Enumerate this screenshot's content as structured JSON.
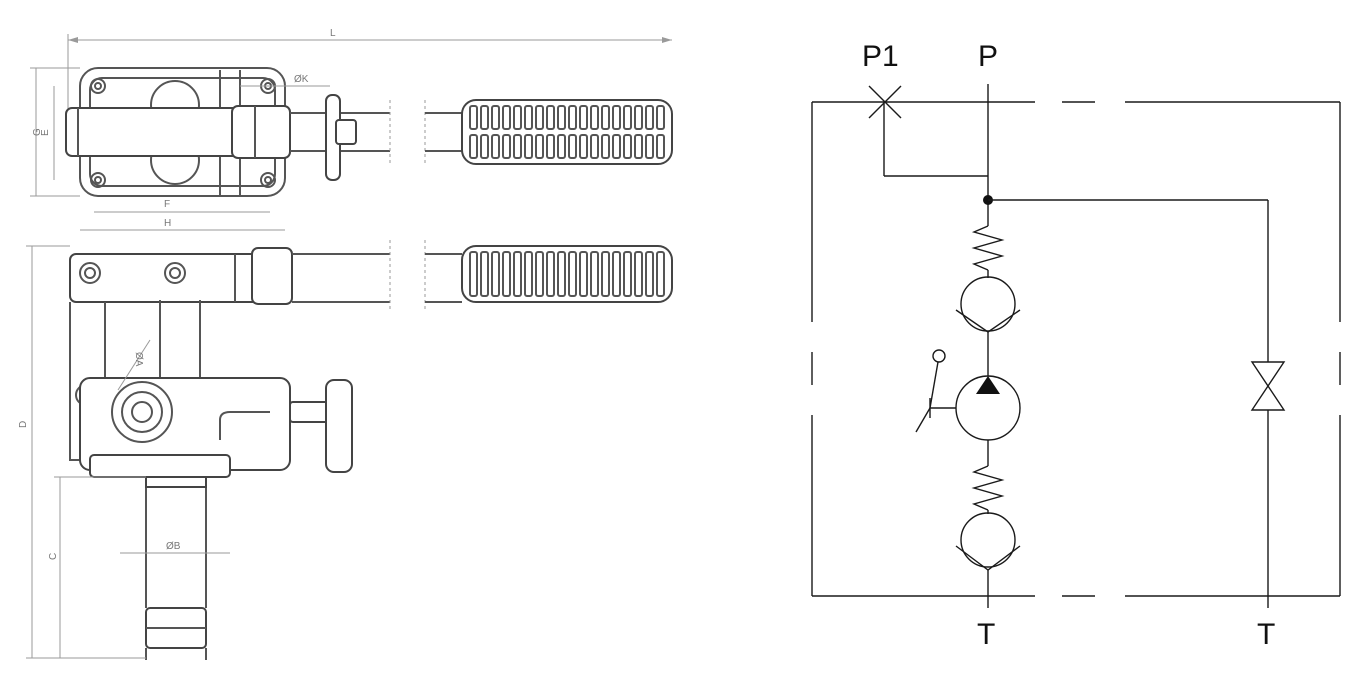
{
  "drawing": {
    "dimensions": {
      "L": "L",
      "G": "G",
      "E": "E",
      "K": "ØK",
      "F": "F",
      "H": "H",
      "D": "D",
      "A": "ØA",
      "C": "C",
      "B": "ØB"
    }
  },
  "schematic": {
    "ports": {
      "P1": "P1",
      "P": "P",
      "T_left": "T",
      "T_right": "T"
    }
  }
}
